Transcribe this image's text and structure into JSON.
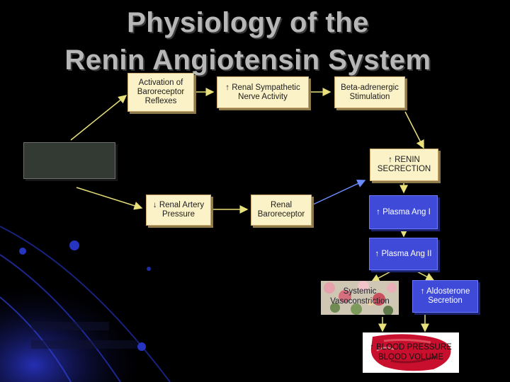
{
  "title": {
    "line1": "Physiology of the",
    "line2": "Renin Angiotensin System"
  },
  "nodes": {
    "baroreceptor_reflexes": "Activation of Baroreceptor Reflexes",
    "renal_sympathetic": "↑ Renal Sympathetic Nerve Activity",
    "beta_adrenergic": "Beta-adrenergic Stimulation",
    "renin_secretion": "↑ RENIN SECRECTION",
    "renal_artery_pressure": "↓ Renal Artery Pressure",
    "renal_baroreceptor": "Renal Baroreceptor",
    "plasma_ang_i": "↑ Plasma Ang I",
    "plasma_ang_ii": "↑ Plasma Ang II",
    "systemic_vasoconstriction": "Systemic Vasoconstriction",
    "aldosterone_secretion": "↑ Aldosterone Secretion",
    "blood_pressure": "↑ BLOOD PRESSURE BLOOD VOLUME"
  },
  "colors": {
    "background": "#000000",
    "tan_box": "#fbf2c8",
    "blue_box": "#3f4bd8",
    "arrow_yellow": "#e8e07a",
    "arrow_blue": "#6a8cff",
    "title": "#b7b7b7"
  }
}
